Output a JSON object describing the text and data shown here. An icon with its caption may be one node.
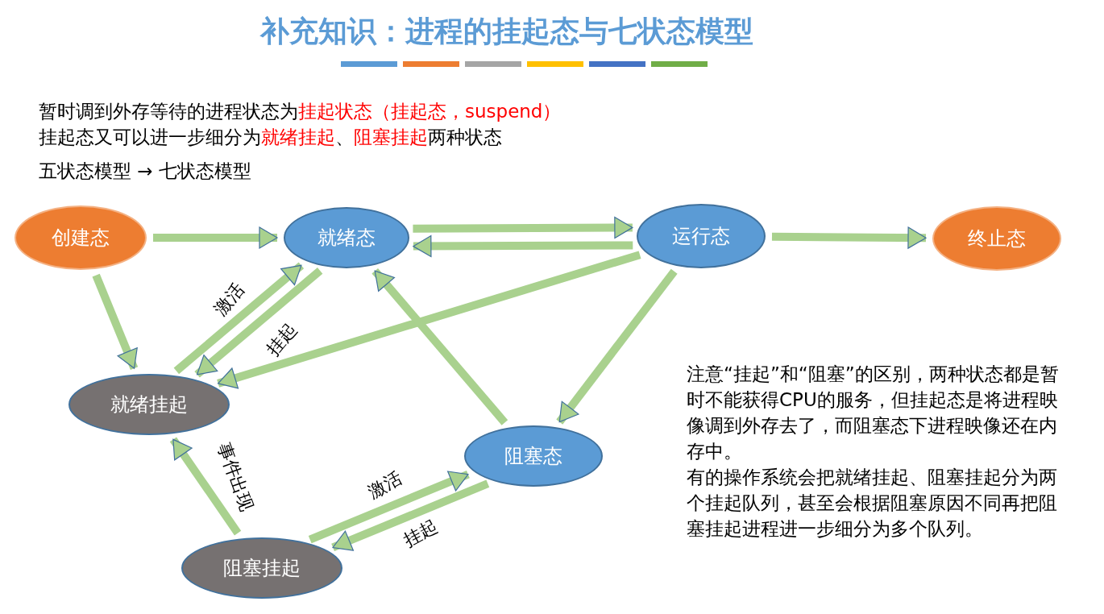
{
  "diagram": {
    "title": "补充知识：进程的挂起态与七状态模型",
    "nodes": [
      {
        "text": [
          "创建态"
        ]
      },
      {
        "text": [
          "就绪态"
        ]
      },
      {
        "text": [
          "运行态"
        ]
      },
      {
        "text": [
          "终止态"
        ]
      },
      {
        "text": [
          "就绪挂起"
        ]
      },
      {
        "text": [
          "阻塞态"
        ]
      },
      {
        "text": [
          "阻塞挂起"
        ]
      }
    ],
    "edges": [
      {
        "from": 0,
        "to": 1,
        "arrow": "to"
      },
      {
        "from": 1,
        "to": 2,
        "arrow": "to"
      },
      {
        "from": 2,
        "to": 1,
        "arrow": "to"
      },
      {
        "from": 2,
        "to": 3,
        "arrow": "to"
      },
      {
        "from": 0,
        "to": 4,
        "arrow": "to"
      },
      {
        "from": 4,
        "to": 1,
        "arrow": "to",
        "label": "激活"
      },
      {
        "from": 1,
        "to": 4,
        "arrow": "to",
        "label": "挂起"
      },
      {
        "from": 2,
        "to": 4,
        "arrow": "to"
      },
      {
        "from": 2,
        "to": 5,
        "arrow": "to"
      },
      {
        "from": 5,
        "to": 1,
        "arrow": "to"
      },
      {
        "from": 6,
        "to": 4,
        "arrow": "to",
        "label": "事件出现"
      },
      {
        "from": 6,
        "to": 5,
        "arrow": "to",
        "label": "激活"
      },
      {
        "from": 5,
        "to": 6,
        "arrow": "to",
        "label": "挂起"
      }
    ],
    "labels": [
      "暂时调到外存等待的进程状态为**挂起状态（挂起态，suspend）**",
      "挂起态又可以进一步细分为**就绪挂起**、**阻塞挂起**两种状态",
      "五状态模型 → 七状态模型",
      "注意“挂起”和“阻塞”的区别，两种状态都是暂时不能获得CPU的服务，但挂起态是将进程映像调到外存去了，而阻塞态下进程映像还在内存中。",
      "有的操作系统会把就绪挂起、阻塞挂起分为两个挂起队列，甚至会根据阻塞原因不同再把阻塞挂起进程进一步细分为多个队列。"
    ]
  }
}
